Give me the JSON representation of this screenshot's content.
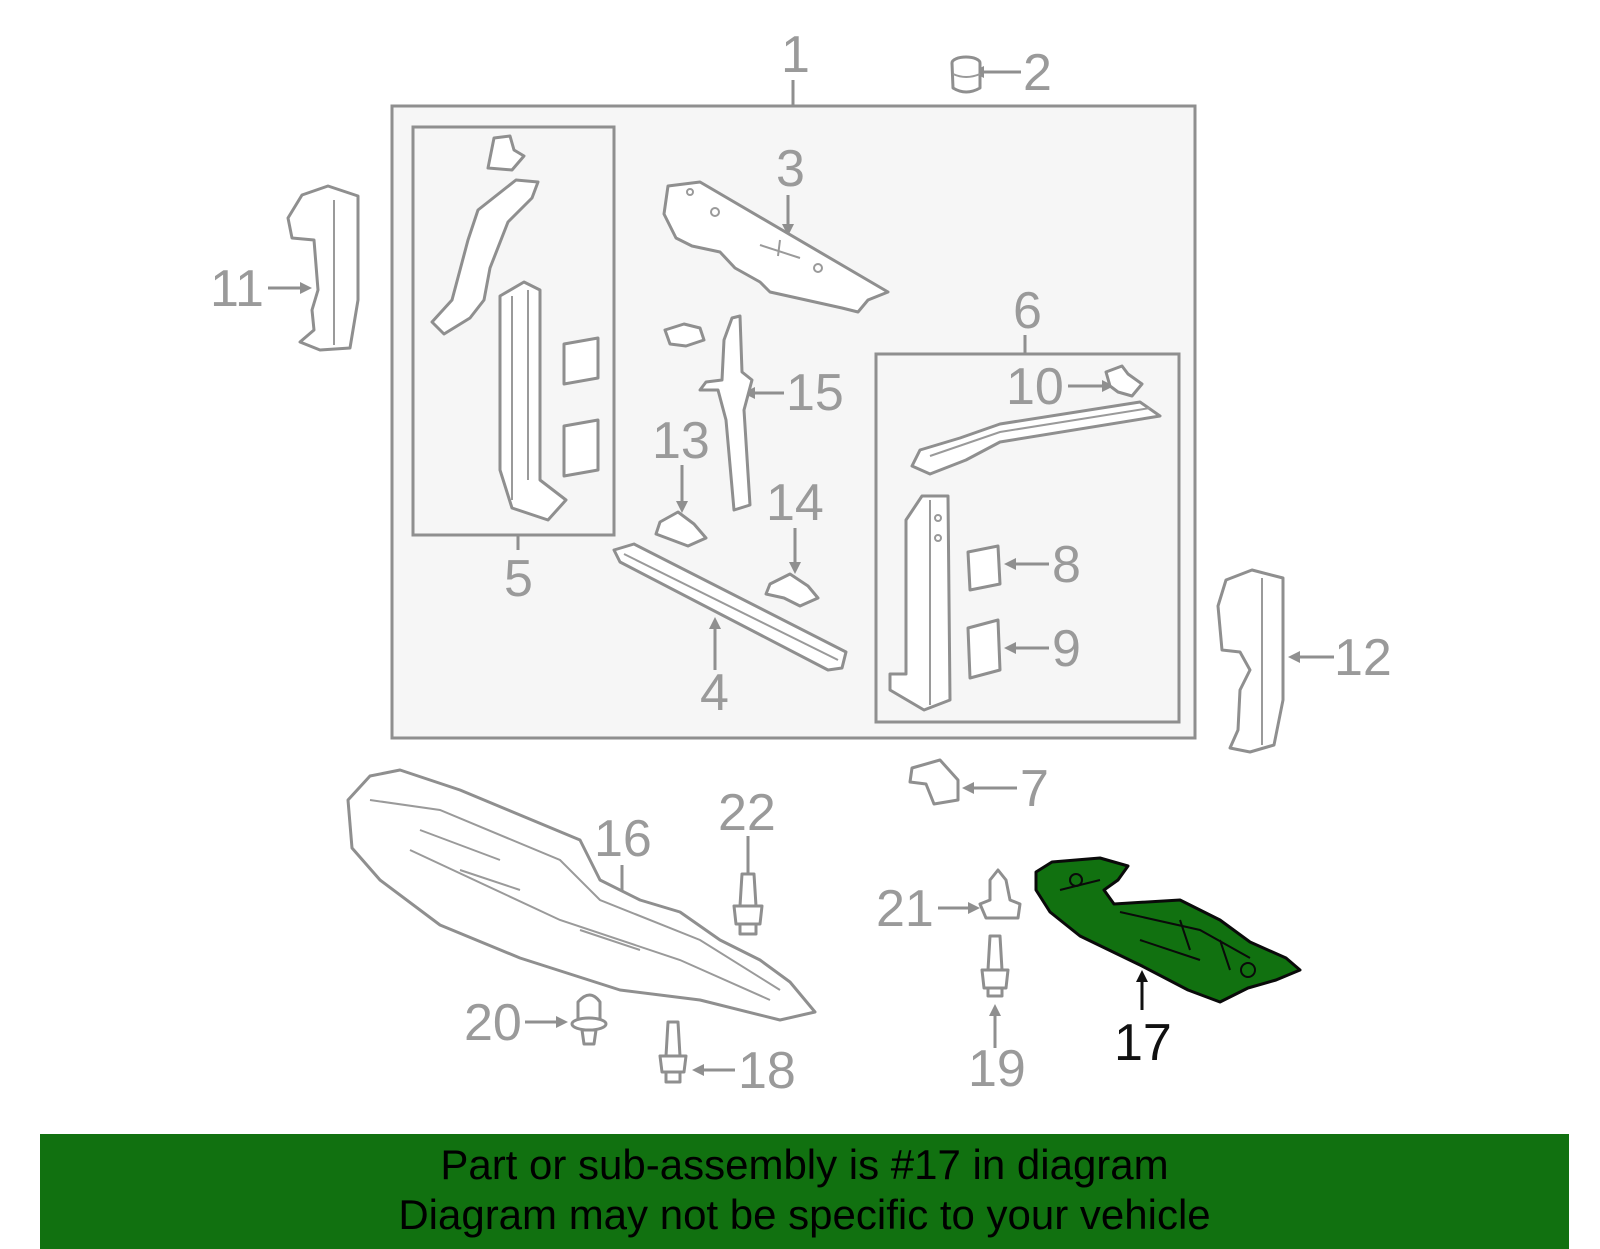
{
  "callouts": {
    "c1": "1",
    "c2": "2",
    "c3": "3",
    "c4": "4",
    "c5": "5",
    "c6": "6",
    "c7": "7",
    "c8": "8",
    "c9": "9",
    "c10": "10",
    "c11": "11",
    "c12": "12",
    "c13": "13",
    "c14": "14",
    "c15": "15",
    "c16": "16",
    "c17": "17",
    "c18": "18",
    "c19": "19",
    "c20": "20",
    "c21": "21",
    "c22": "22"
  },
  "highlighted_part": "17",
  "colors": {
    "highlight_fill": "#117110",
    "banner_bg": "#117110",
    "part_stroke": "#8f8f8f",
    "assembly_box_bg": "#f6f6f6"
  },
  "banner": {
    "line1": "Part or sub-assembly is #17 in diagram",
    "line2": "Diagram may not be specific to your vehicle"
  }
}
